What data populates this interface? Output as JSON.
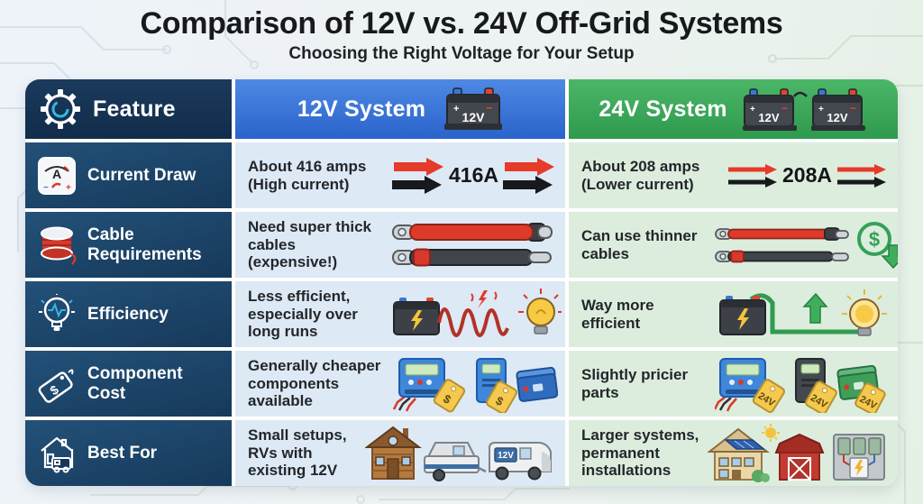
{
  "header": {
    "title": "Comparison of 12V vs. 24V Off-Grid Systems",
    "subtitle": "Choosing the Right Voltage for Your Setup"
  },
  "table": {
    "columns": {
      "feature": "Feature",
      "v12": "12V System",
      "v24": "24V System"
    },
    "battery_label": "12V",
    "rows": [
      {
        "feature": "Current Draw",
        "icon": "ammeter-icon",
        "v12_text": "About 416 amps (High current)",
        "v12_value": "416A",
        "v24_text": "About 208 amps (Lower current)",
        "v24_value": "208A"
      },
      {
        "feature": "Cable Requirements",
        "icon": "wire-spool-icon",
        "v12_text": "Need super thick cables (expensive!)",
        "v24_text": "Can use thinner cables"
      },
      {
        "feature": "Efficiency",
        "icon": "lightbulb-icon",
        "v12_text": "Less efficient, especially over long runs",
        "v24_text": "Way more efficient"
      },
      {
        "feature": "Component Cost",
        "icon": "price-tag-icon",
        "v12_text": "Generally cheaper components available",
        "v24_text": "Slightly pricier parts",
        "tag_12": "$",
        "tag_24": "24V"
      },
      {
        "feature": "Best For",
        "icon": "home-rv-icon",
        "v12_text": "Small setups, RVs with existing 12V",
        "v24_text": "Larger systems, permanent installations",
        "rv_sign": "12V"
      }
    ]
  },
  "glyphs": {
    "plus": "+",
    "minus": "−",
    "amp": "A",
    "dollar": "$"
  },
  "colors": {
    "navy": "#1b3a5c",
    "blue_header": "#2e6fd6",
    "green_header": "#35a855",
    "cell_blue": "#dde9f4",
    "cell_green": "#dcedde",
    "arrow_red": "#e63a2b",
    "arrow_black": "#17191c",
    "accent_green": "#3fae5c",
    "tag_yellow": "#f4c94e"
  }
}
